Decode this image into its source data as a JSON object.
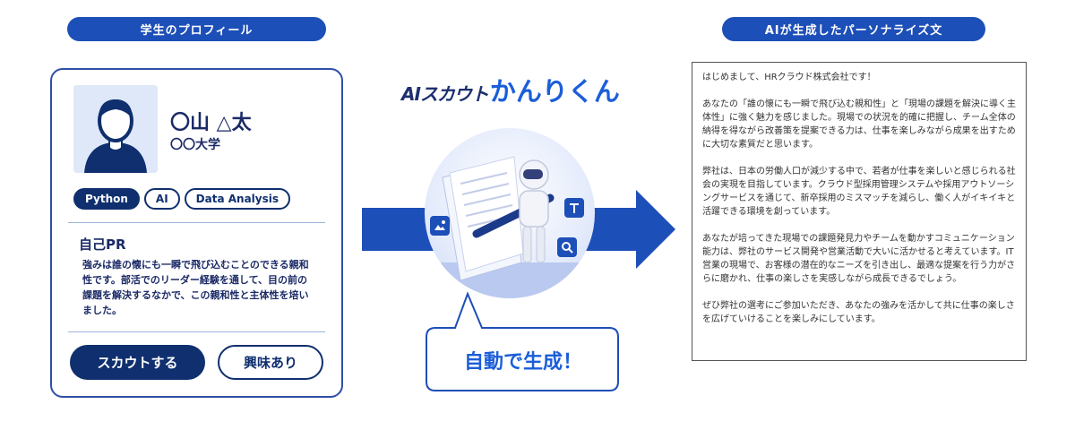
{
  "headers": {
    "profile": "学生のプロフィール",
    "result": "AIが生成したパーソナライズ文"
  },
  "profile": {
    "name": "〇山 △太",
    "school": "〇〇大学",
    "skills": [
      "Python",
      "AI",
      "Data Analysis"
    ],
    "pr_title": "自己PR",
    "pr_text": "強みは誰の懐にも一瞬で飛び込むことのできる親和性です。部活でのリーダー経験を通して、目の前の課題を解決するなかで、この親和性と主体性を培いました。",
    "scout_button": "スカウトする",
    "interest_button": "興味あり"
  },
  "logo": {
    "prefix": "AIスカウト",
    "suffix": "かんりくん"
  },
  "auto_label": "自動で生成！",
  "generated": {
    "paragraphs": [
      "はじめまして、HRクラウド株式会社です！",
      "あなたの「誰の懐にも一瞬で飛び込む親和性」と「現場の課題を解決に導く主体性」に強く魅力を感じました。現場での状況を的確に把握し、チーム全体の納得を得ながら改善策を提案できる力は、仕事を楽しみながら成果を出すために大切な素質だと思います。",
      "弊社は、日本の労働人口が減少する中で、若者が仕事を楽しいと感じられる社会の実現を目指しています。クラウド型採用管理システムや採用アウトソーシングサービスを通じて、新卒採用のミスマッチを減らし、働く人がイキイキと活躍できる環境を創っています。",
      "あなたが培ってきた現場での課題発見力やチームを動かすコミュニケーション能力は、弊社のサービス開発や営業活動で大いに活かせると考えています。IT営業の現場で、お客様の潜在的なニーズを引き出し、最適な提案を行う力がさらに磨かれ、仕事の楽しさを実感しながら成長できるでしょう。",
      "ぜひ弊社の選考にご参加いただき、あなたの強みを活かして共に仕事の楽しさを広げていけることを楽しみにしています。"
    ]
  },
  "icons": [
    "user-avatar-icon",
    "image-icon",
    "text-icon",
    "search-icon",
    "robot-illustration",
    "right-arrow"
  ],
  "colors": {
    "primary": "#1d4fb8",
    "navy": "#0f2f6e",
    "accent": "#1c5ed8"
  }
}
